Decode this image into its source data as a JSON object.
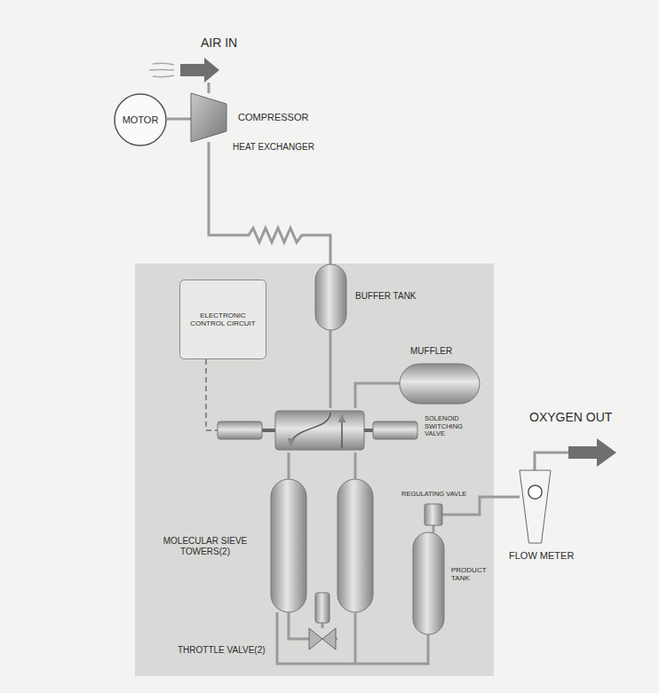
{
  "diagram": {
    "nodes": [
      {
        "text": [
          "MOTOR"
        ]
      },
      {
        "text": [
          "COMPRESSOR"
        ]
      },
      {
        "text": [
          "BUFFER TANK"
        ]
      },
      {
        "text": [
          "ELECTRONIC CONTROL CIRCUIT"
        ]
      },
      {
        "text": [
          "MUFFLER"
        ]
      },
      {
        "text": [
          "SOLENOID SWITCHING VALVE"
        ]
      },
      {
        "text": [
          "MOLECULAR SIEVE TOWERS(2)"
        ]
      },
      {
        "text": [
          "THROTTLE VALVE(2)"
        ]
      },
      {
        "text": [
          "PRODUCT TANK"
        ]
      },
      {
        "text": [
          "REGULATING VAVLE"
        ]
      },
      {
        "text": [
          "FLOW METER"
        ]
      }
    ],
    "edges": [
      {
        "from": 0,
        "to": 1,
        "arrow": "none"
      },
      {
        "from": 1,
        "to": 2,
        "arrow": "none"
      },
      {
        "from": 2,
        "to": 5,
        "arrow": "none"
      },
      {
        "from": 3,
        "to": 5,
        "arrow": "none"
      },
      {
        "from": 5,
        "to": 4,
        "arrow": "none"
      },
      {
        "from": 5,
        "to": 6,
        "arrow": "none"
      },
      {
        "from": 6,
        "to": 7,
        "arrow": "none"
      },
      {
        "from": 6,
        "to": 8,
        "arrow": "none"
      },
      {
        "from": 8,
        "to": 9,
        "arrow": "none"
      },
      {
        "from": 9,
        "to": 10,
        "arrow": "none"
      }
    ],
    "labels": [
      "AIR IN",
      "HEAT EXCHANGER",
      "OXYGEN OUT"
    ]
  }
}
